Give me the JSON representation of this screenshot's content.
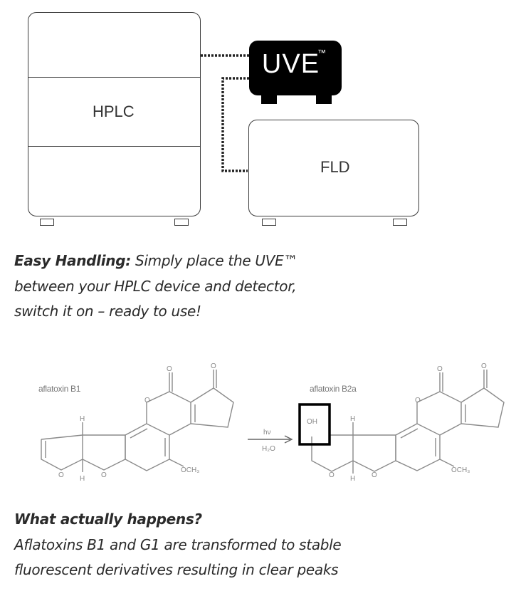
{
  "diagram": {
    "hplc_label": "HPLC",
    "uve_label": "UVE",
    "uve_tm": "™",
    "fld_label": "FLD"
  },
  "easy_handling": {
    "title": "Easy Handling:",
    "line1_rest": " Simply place the UVE™",
    "line2": "between your HPLC device and detector,",
    "line3": "switch it on – ready to use!"
  },
  "chemistry": {
    "left_compound": "aflatoxin B1",
    "right_compound": "aflatoxin B2a",
    "reagent_top": "hν",
    "reagent_bottom": "H₂O",
    "highlight_group": "OH",
    "methoxy": "OCH₃",
    "oxygen": "O",
    "hydrogen": "H"
  },
  "what_happens": {
    "title": "What actually happens?",
    "line1": "Aflatoxins B1 and G1 are transformed to stable",
    "line2": "fluorescent derivatives resulting in clear peaks"
  },
  "colors": {
    "uve_bg": "#000000",
    "outline": "#3a3a3a",
    "chem_stroke": "#8a8a8a"
  }
}
